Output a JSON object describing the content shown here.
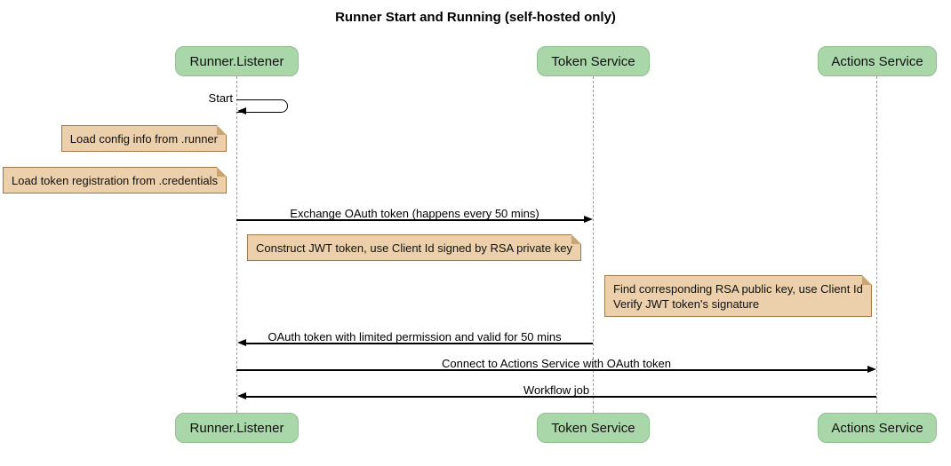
{
  "title": "Runner Start and Running (self-hosted only)",
  "participants": [
    {
      "name": "Runner.Listener"
    },
    {
      "name": "Token Service"
    },
    {
      "name": "Actions Service"
    }
  ],
  "messages": {
    "start": "Start",
    "exchange": "Exchange OAuth token (happens every 50 mins)",
    "oauth_return": "OAuth token with limited permission and valid for 50 mins",
    "connect": "Connect to Actions Service with OAuth token",
    "workflow": "Workflow job"
  },
  "notes": {
    "load_config": "Load config info from .runner",
    "load_token": "Load token registration from .credentials",
    "construct_jwt": "Construct JWT token, use Client Id signed by RSA private key",
    "find_rsa_line1": "Find corresponding RSA public key, use Client Id",
    "find_rsa_line2": "Verify JWT token's signature"
  },
  "colors": {
    "participant_fill": "#a9d7a9",
    "participant_border": "#8fbe8f",
    "note_fill": "#ecd0ac",
    "note_border": "#a0784a",
    "lifeline_color": "#9a9a9a",
    "message_color": "#000000"
  }
}
